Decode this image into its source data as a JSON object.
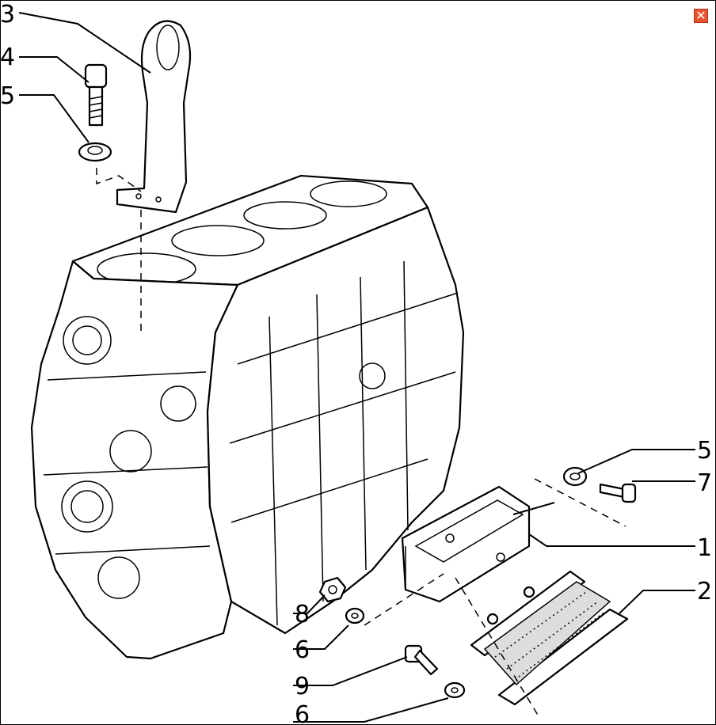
{
  "window": {
    "close_glyph": "✕",
    "close_color": "#e8532f"
  },
  "callouts": {
    "c3": "3",
    "c4": "4",
    "c5_top": "5",
    "c5_right": "5",
    "c7": "7",
    "c1": "1",
    "c2": "2",
    "c8": "8",
    "c6_mid": "6",
    "c9": "9",
    "c6_bottom": "6"
  },
  "icons": {
    "close": "close-icon"
  }
}
